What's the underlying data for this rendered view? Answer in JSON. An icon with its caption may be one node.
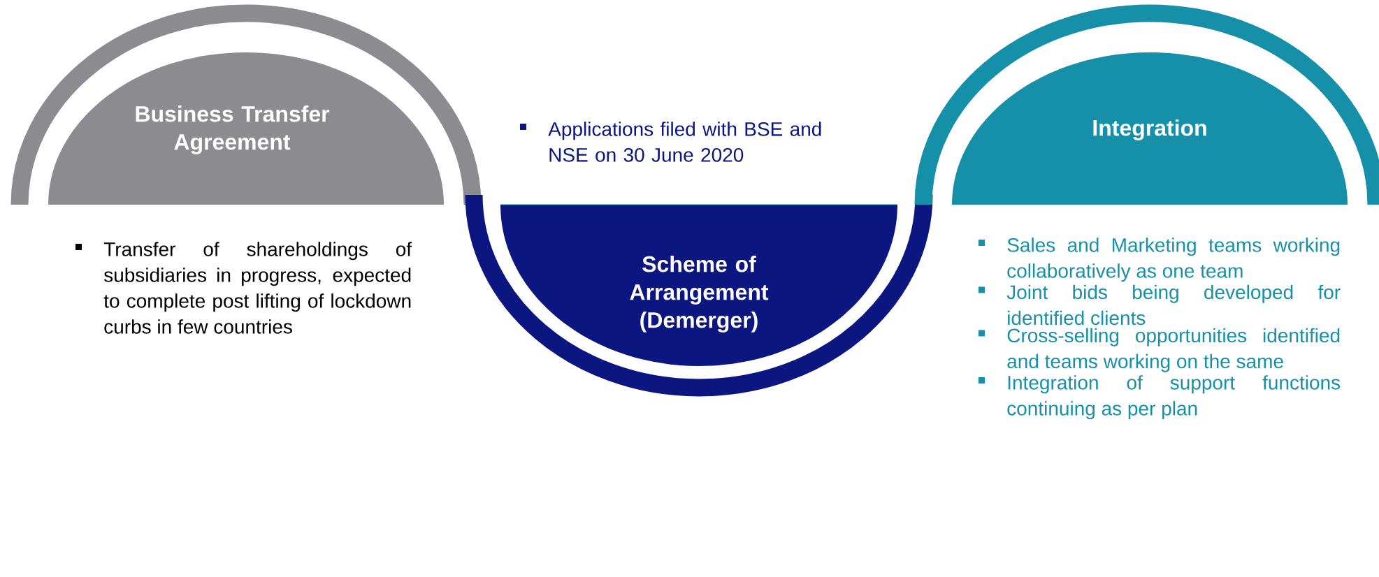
{
  "diagram": {
    "nodes": [
      {
        "text": [
          "Business Transfer Agreement"
        ],
        "beside": [
          "Transfer of shareholdings of subsidiaries in progress, expected to complete post lifting of lockdown curbs in few countries"
        ]
      },
      {
        "text": [
          "Scheme of Arrangement (Demerger)"
        ],
        "beside": [
          "Applications filed with BSE and NSE on 30 June 2020"
        ]
      },
      {
        "text": [
          "Integration"
        ],
        "beside": [
          "Sales and Marketing teams working collaboratively as one team",
          "Joint bids being developed for identified clients",
          "Cross-selling opportunities identified and teams working on the same",
          "Integration of support functions continuing as per plan"
        ]
      }
    ]
  }
}
